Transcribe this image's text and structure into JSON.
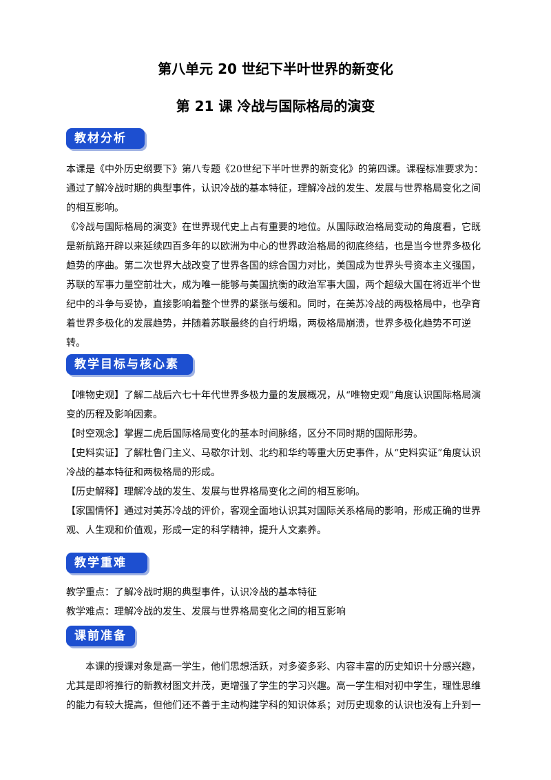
{
  "title1": "第八单元 20 世纪下半叶世界的新变化",
  "title2": "第 21 课 冷战与国际格局的演变",
  "sections": {
    "analysis": {
      "heading": "教材分析",
      "p1": "本课是《中外历史纲要下》第八专题《20世纪下半叶世界的新变化》的第四课。课程标准要求为：通过了解冷战时期的典型事件，认识冷战的基本特征，理解冷战的发生、发展与世界格局变化之间的相互影响。",
      "p2": "《冷战与国际格局的演变》在世界现代史上占有重要的地位。从国际政治格局变动的角度看，它既是新航路开辟以来延续四百多年的以欧洲为中心的世界政治格局的彻底终结，也是当今世界多极化趋势的序曲。第二次世界大战改变了世界各国的综合国力对比，美国成为世界头号资本主义强国，苏联的军事力量空前壮大，成为唯一能够与美国抗衡的政治军事大国，两个超级大国在将近半个世纪中的斗争与妥协，直接影响着整个世界的紧张与缓和。同时，在美苏冷战的两极格局中，也孕育着世界多极化的发展趋势，并随着苏联最终的自行坍塌，两极格局崩溃，世界多极化趋势不可逆转。"
    },
    "goals": {
      "heading": "教学目标与核心素养",
      "items": [
        "【唯物史观】了解二战后六七十年代世界多极力量的发展概况，从“唯物史观”角度认识国际格局演变的历程及影响因素。",
        "【时空观念】掌握二虎后国际格局变化的基本时间脉络，区分不同时期的国际形势。",
        "【史料实证】了解杜鲁门主义、马歇尔计划、北约和华约等重大历史事件，从“史料实证”角度认识冷战的基本特征和两极格局的形成。",
        "【历史解释】理解冷战的发生、发展与世界格局变化之间的相互影响。",
        "【家国情怀】通过对美苏冷战的评价，客观全面地认识其对国际关系格局的影响，形成正确的世界观、人生观和价值观，形成一定的科学精神，提升人文素养。"
      ]
    },
    "keypoints": {
      "heading": "教学重难点",
      "key": "教学重点：了解冷战时期的典型事件，认识冷战的基本特征",
      "difficult": "教学难点：理解冷战的发生、发展与世界格局变化之间的相互影响"
    },
    "prep": {
      "heading": "课前准备",
      "p1": "本课的授课对象是高一学生，他们思想活跃，对多姿多彩、内容丰富的历史知识十分感兴趣，尤其是即将推行的新教材图文并茂，更增强了学生的学习兴趣。高一学生相对初中学生，理性思维的能力有较大提高，但他们还不善于主动构建学科的知识体系；对历史现象的认识也没有上升到一"
    }
  },
  "colors": {
    "badge": "#1d4fd0",
    "badge_shadow": "#9fb2e3"
  }
}
